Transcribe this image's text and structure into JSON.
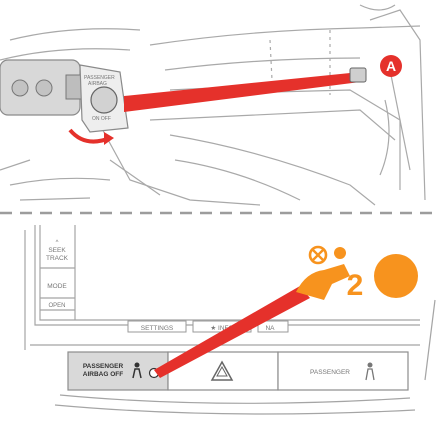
{
  "callout": {
    "label": "A",
    "color": "#e5312b"
  },
  "key_switch": {
    "engraving_line1": "PASSENGER",
    "engraving_line2": "AIRBAG",
    "engraving_line3": "ON  OFF"
  },
  "console": {
    "seek_track_line1": "SEEK",
    "seek_track_line2": "TRACK",
    "mode_label": "MODE",
    "open_label": "OPEN",
    "settings_label": "SETTINGS",
    "info_label": "★ INFO",
    "nav_label": "NA"
  },
  "airbag_off_button": {
    "label_line1": "PASSENGER",
    "label_line2": "AIRBAG OFF"
  },
  "passenger_button": {
    "label": "PASSENGER"
  },
  "indicator": {
    "number": "2",
    "color": "#f7931e"
  },
  "colors": {
    "accent_red": "#e5312b",
    "indicator_orange": "#f7931e",
    "line_gray": "#9a9a9a",
    "divider": "#9c9c9c"
  }
}
